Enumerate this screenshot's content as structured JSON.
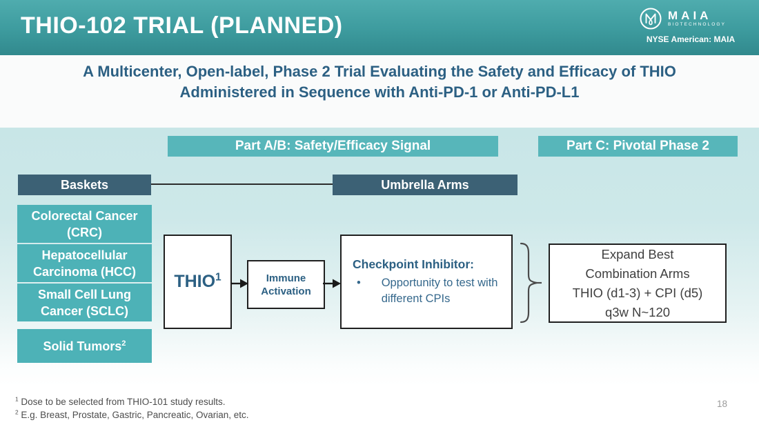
{
  "header": {
    "title": "THIO-102 TRIAL (PLANNED)",
    "logo": {
      "brand": "MAIA",
      "sub": "BIOTECHNOLOGY",
      "ticker": "NYSE American: MAIA"
    }
  },
  "subtitle": "A Multicenter, Open-label, Phase 2 Trial Evaluating the Safety and Efficacy of THIO Administered in Sequence with Anti-PD-1 or Anti-PD-L1",
  "diagram": {
    "part_ab_label": "Part A/B: Safety/Efficacy Signal",
    "part_c_label": "Part C: Pivotal Phase 2",
    "baskets_label": "Baskets",
    "umbrella_label": "Umbrella Arms",
    "baskets": [
      {
        "label": "Colorectal Cancer (CRC)",
        "sup": ""
      },
      {
        "label": "Hepatocellular Carcinoma (HCC)",
        "sup": ""
      },
      {
        "label": "Small Cell Lung Cancer (SCLC)",
        "sup": ""
      },
      {
        "label": "Solid Tumors",
        "sup": "2"
      }
    ],
    "thio": {
      "label": "THIO",
      "sup": "1"
    },
    "immune_label": "Immune Activation",
    "checkpoint": {
      "heading": "Checkpoint Inhibitor:",
      "bullet_glyph": "•",
      "bullet": "Opportunity to test with different CPIs"
    },
    "expand": {
      "line1": "Expand Best",
      "line2": "Combination Arms",
      "line3": "THIO (d1-3) + CPI (d5)",
      "line4": "q3w N~120"
    }
  },
  "footnotes": [
    {
      "sup": "1",
      "text": "Dose to be selected from THIO-101 study results."
    },
    {
      "sup": "2",
      "text": "E.g. Breast, Prostate, Gastric, Pancreatic, Ovarian, etc."
    }
  ],
  "page_number": "18",
  "colors": {
    "header_teal_top": "#4FACAE",
    "header_teal_bottom": "#31898D",
    "accent_teal": "#57B6BA",
    "basket_teal": "#4DB2B7",
    "slate_blue": "#3C6175",
    "steel_text": "#2C6083",
    "content_mint": "#C8E6E7"
  }
}
